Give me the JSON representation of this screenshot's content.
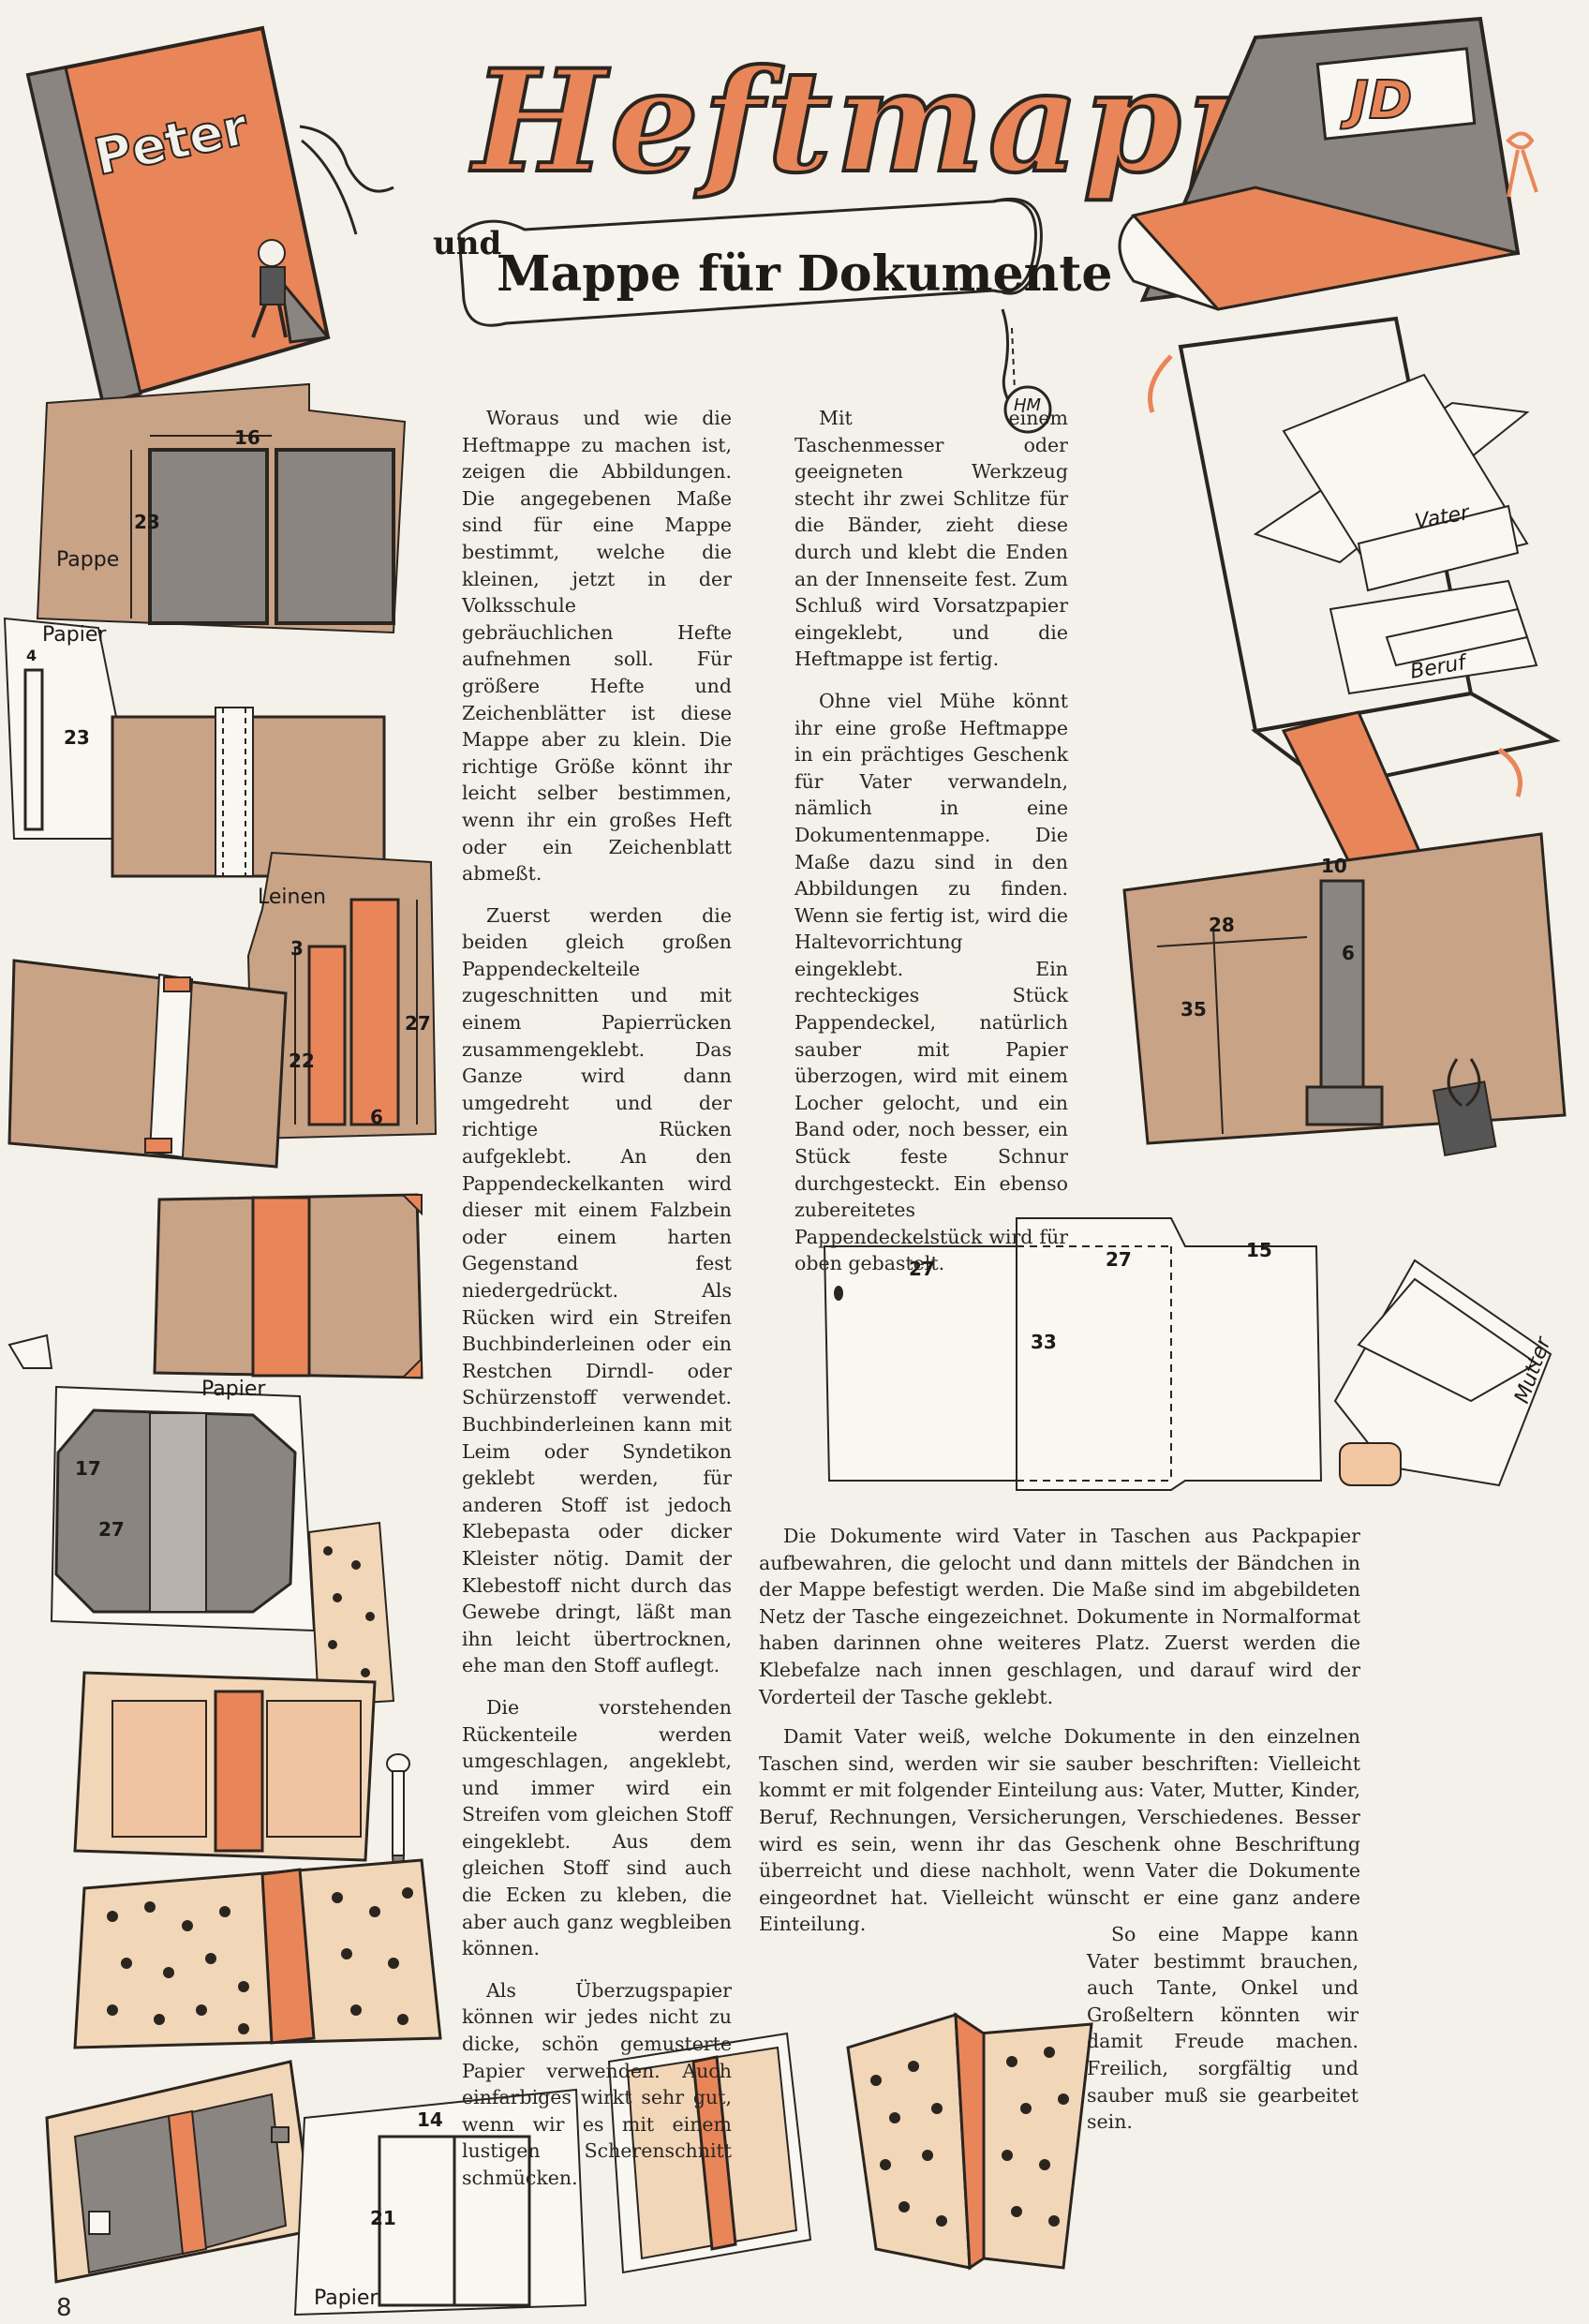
{
  "title": {
    "main": "Heftmappe",
    "und": "und",
    "sub": "Mappe für Dokumente"
  },
  "illustration_labels": {
    "peter": "Peter",
    "pappe": "Pappe",
    "papier_1": "Papier",
    "leinen": "Leinen",
    "papier_2": "Papier",
    "papier_3": "Papier",
    "vater": "Vater",
    "beruf": "Beruf",
    "mutter": "Mutter",
    "monogram": "JD",
    "seal": "HM"
  },
  "dimensions": {
    "d16": "16",
    "d23a": "23",
    "d4": "4",
    "d23b": "23",
    "d3": "3",
    "d22": "22",
    "d27a": "27",
    "d6a": "6",
    "d17": "17",
    "d27b": "27",
    "d14": "14",
    "d21": "21",
    "d10": "10",
    "d28": "28",
    "d6b": "6",
    "d35": "35",
    "d27c": "27",
    "d27d": "27",
    "d15": "15",
    "d33": "33"
  },
  "column1": [
    "Woraus und wie die Heftmappe zu machen ist, zeigen die Abbildungen. Die angegebenen Maße sind für eine Mappe bestimmt, welche die kleinen, jetzt in der Volksschule gebräuchlichen Hefte aufnehmen soll. Für größere Hefte und Zeichenblätter ist diese Mappe aber zu klein. Die richtige Größe könnt ihr leicht selber bestimmen, wenn ihr ein großes Heft oder ein Zeichenblatt abmeßt.",
    "Zuerst werden die beiden gleich großen Pappendeckelteile zugeschnitten und mit einem Papierrücken zusammengeklebt. Das Ganze wird dann umgedreht und der richtige Rücken aufgeklebt. An den Pappendeckelkanten wird dieser mit einem Falzbein oder einem harten Gegenstand fest niedergedrückt. Als Rücken wird ein Streifen Buchbinderleinen oder ein Restchen Dirndl- oder Schürzenstoff verwendet. Buchbinderleinen kann mit Leim oder Syndetikon geklebt werden, für anderen Stoff ist jedoch Klebepasta oder dicker Kleister nötig. Damit der Klebestoff nicht durch das Gewebe dringt, läßt man ihn leicht übertrocknen, ehe man den Stoff auflegt.",
    "Die vorstehenden Rückenteile werden umgeschlagen, angeklebt, und immer wird ein Streifen vom gleichen Stoff eingeklebt. Aus dem gleichen Stoff sind auch die Ecken zu kleben, die aber auch ganz wegbleiben können.",
    "Als Überzugspapier können wir jedes nicht zu dicke, schön gemusterte Papier verwenden. Auch einfarbiges wirkt sehr gut, wenn wir es mit einem lustigen Scherenschnitt schmücken."
  ],
  "column2": [
    "Mit einem Taschenmesser oder geeigneten Werkzeug stecht ihr zwei Schlitze für die Bänder, zieht diese durch und klebt die Enden an der Innenseite fest. Zum Schluß wird Vorsatzpapier eingeklebt, und die Heftmappe ist fertig.",
    "Ohne viel Mühe könnt ihr eine große Heftmappe in ein prächtiges Geschenk für Vater verwandeln, nämlich in eine Dokumentenmappe. Die Maße dazu sind in den Abbildungen zu finden. Wenn sie fertig ist, wird die Haltevorrichtung eingeklebt. Ein rechteckiges Stück Pappendeckel, natürlich sauber mit Papier überzogen, wird mit einem Locher gelocht, und ein Band oder, noch besser, ein Stück feste Schnur durchgesteckt. Ein ebenso zubereitetes Pappendeckelstück wird für oben gebastelt."
  ],
  "wide_text": [
    "Die Dokumente wird Vater in Taschen aus Packpapier aufbewahren, die gelocht und dann mittels der Bändchen in der Mappe befestigt werden. Die Maße sind im abgebildeten Netz der Tasche eingezeichnet. Dokumente in Normalformat haben darinnen ohne weiteres Platz. Zuerst werden die Klebefalze nach innen geschlagen, und darauf wird der Vorderteil der Tasche geklebt.",
    "Damit Vater weiß, welche Dokumente in den einzelnen Taschen sind, werden wir sie sauber beschriften: Vielleicht kommt er mit folgender Einteilung aus: Vater, Mutter, Kinder, Beruf, Rechnungen, Versicherungen, Verschiedenes. Besser wird es sein, wenn ihr das Geschenk ohne Beschriftung überreicht und diese nachholt, wenn Vater die Dokumente eingeordnet hat. Vielleicht wünscht er eine ganz andere Einteilung."
  ],
  "closing": "So eine Mappe kann Vater bestimmt brauchen, auch Tante, Onkel und Großeltern könnten wir damit Freude machen. Freilich, sorgfältig und sauber muß sie gearbeitet sein.",
  "page_number": "8",
  "colors": {
    "orange": "#e8865a",
    "kraft": "#c9a386",
    "grey": "#8a8580",
    "dark": "#2b2520",
    "paper": "#f4f1ea"
  }
}
